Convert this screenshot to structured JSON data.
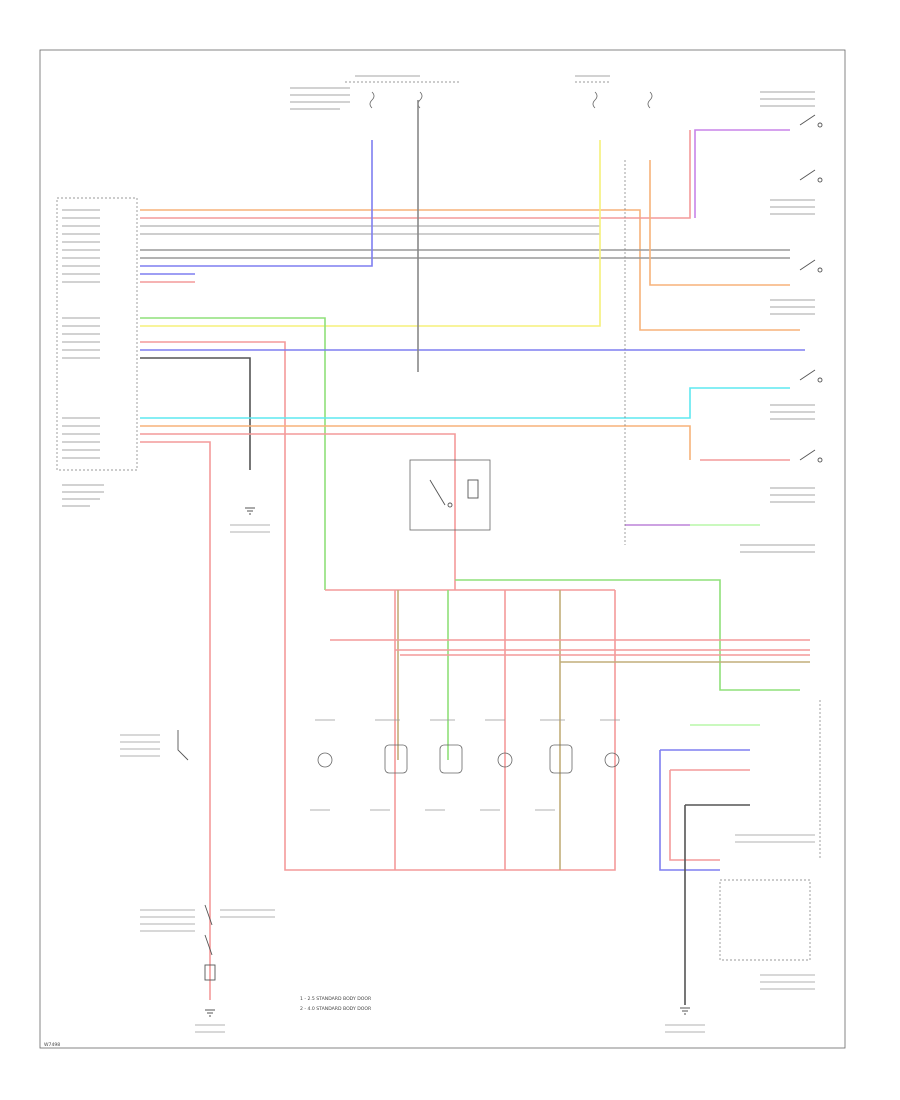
{
  "colors": {
    "red": "#f39a9a",
    "orange": "#f7b27a",
    "yellow": "#f5f07a",
    "green": "#8fe07a",
    "blue": "#7f7ff0",
    "violet": "#c884e8",
    "lightgreen": "#b9f7a8",
    "tan": "#c2ad7a",
    "cyan": "#5fe8f0",
    "gray": "#8a8a8a",
    "black": "#404040"
  },
  "legend": [
    {
      "id": "1",
      "text": "1 - 2.5 STANDARD BODY DOOR"
    },
    {
      "id": "2",
      "text": "2 - 4.0 STANDARD BODY DOOR"
    }
  ],
  "footer_code": "W7498"
}
